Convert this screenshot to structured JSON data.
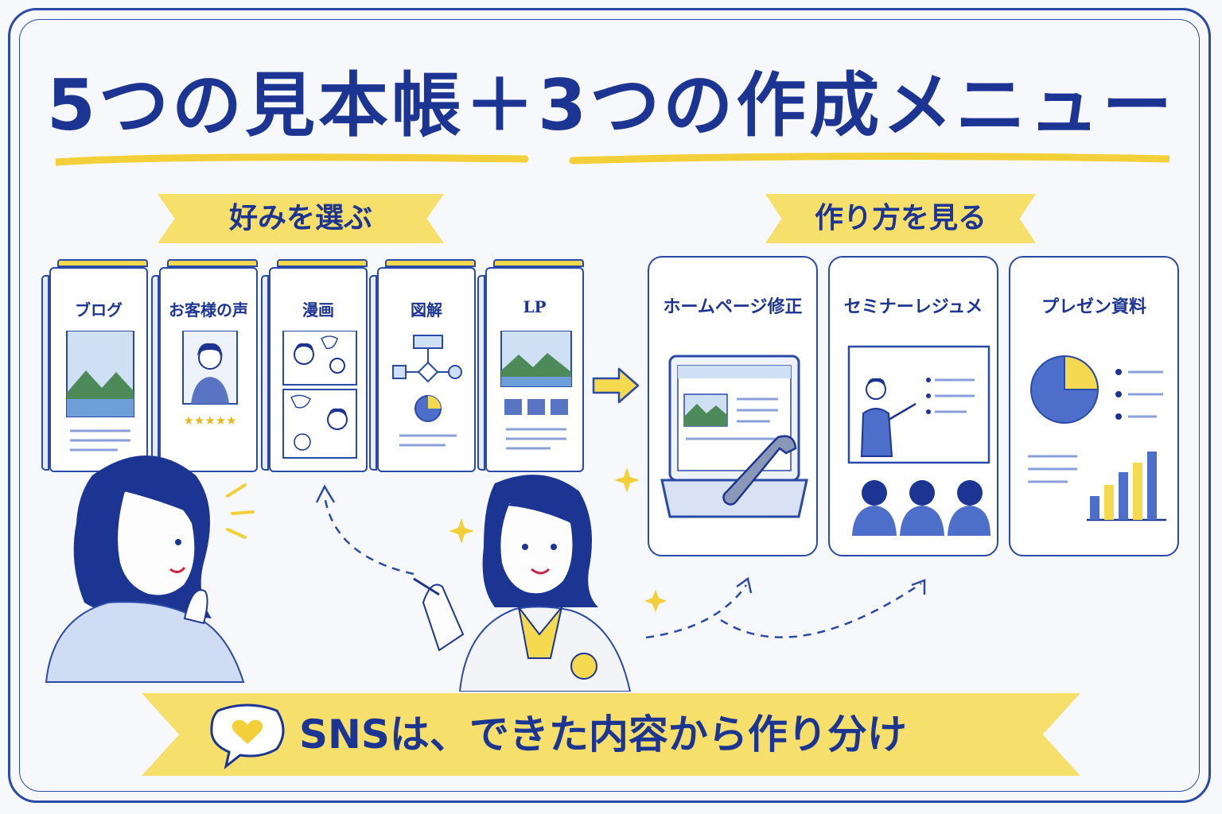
{
  "title": "5つの見本帳＋3つの作成メニュー",
  "left_section": {
    "ribbon": "好みを選ぶ",
    "books": [
      {
        "label": "ブログ",
        "art": "landscape-photo"
      },
      {
        "label": "お客様の声",
        "art": "portrait-with-stars"
      },
      {
        "label": "漫画",
        "art": "comic-panels"
      },
      {
        "label": "図解",
        "art": "flowchart"
      },
      {
        "label": "LP",
        "art": "landing-page"
      }
    ]
  },
  "right_section": {
    "ribbon": "作り方を見る",
    "cards": [
      {
        "title": "ホームページ修正",
        "art": "laptop-with-wrench"
      },
      {
        "title": "セミナーレジュメ",
        "art": "presenter-with-audience"
      },
      {
        "title": "プレゼン資料",
        "art": "pie-and-bar-charts"
      }
    ]
  },
  "banner": {
    "text": "SNSは、できた内容から作り分け",
    "icon": "heart-speech-bubble-icon"
  },
  "colors": {
    "navy": "#1c3592",
    "line": "#2a4aa8",
    "yellow": "#f6df6a",
    "background": "#f7f8fc"
  }
}
